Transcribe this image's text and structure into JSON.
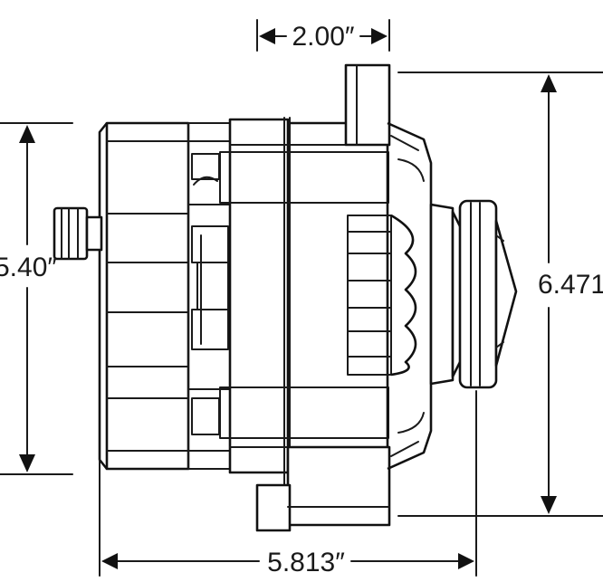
{
  "diagram": {
    "subject": "alternator side profile dimension drawing",
    "dimensions": {
      "top_width": "2.00″",
      "left_height": "5.40″",
      "right_height": "6.471",
      "bottom_length": "5.813″"
    }
  },
  "colors": {
    "line": "#1a1a1a",
    "background": "#ffffff"
  }
}
